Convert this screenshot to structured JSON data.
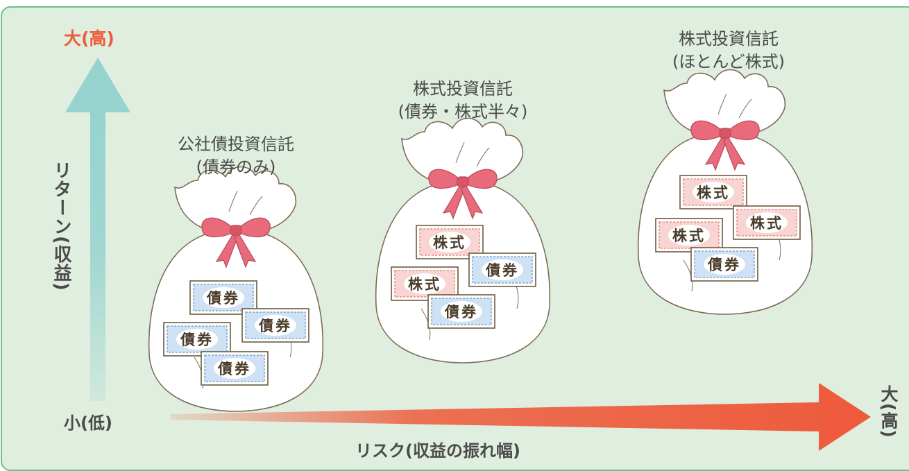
{
  "axes": {
    "y_high": "大(高)",
    "y_label": "リターン(収益)",
    "low": "小(低)",
    "x_label": "リスク(収益の振れ幅)",
    "x_high": "大(高)"
  },
  "bags": [
    {
      "title_line1": "公社債投資信託",
      "title_line2": "(債券のみ)",
      "certs": [
        "債券",
        "債券",
        "債券",
        "債券"
      ]
    },
    {
      "title_line1": "株式投資信託",
      "title_line2": "(債券・株式半々)",
      "certs": [
        "株式",
        "債券",
        "株式",
        "債券"
      ]
    },
    {
      "title_line1": "株式投資信託",
      "title_line2": "(ほとんど株式)",
      "certs": [
        "株式",
        "株式",
        "株式",
        "債券"
      ]
    }
  ],
  "colors": {
    "background": "#dfeede",
    "border": "#6cc08c",
    "return_arrow": "#96d3cf",
    "risk_arrow": "#ee5a3b",
    "bond_certificate": "#cfe2f5",
    "stock_certificate": "#f8d5d3",
    "ribbon": "#e96a7a"
  },
  "icons": [
    "money-bag-icon",
    "ribbon-bow-icon",
    "bond-certificate-icon",
    "stock-certificate-icon"
  ]
}
